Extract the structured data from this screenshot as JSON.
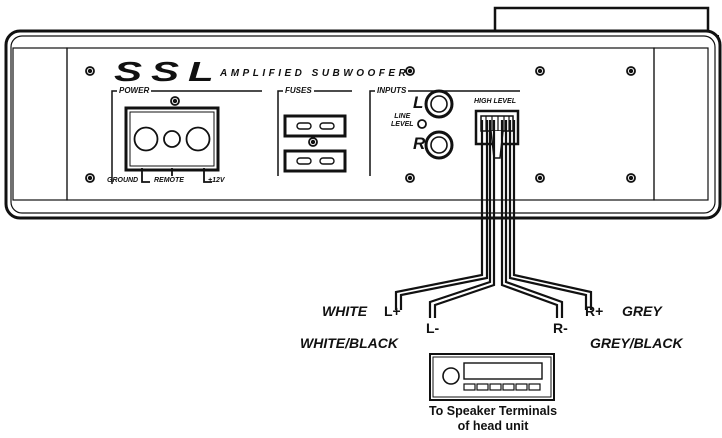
{
  "amplifier": {
    "brand": "SSL",
    "model_text": "AMPLIFIED SUBWOOFER",
    "sections": {
      "power": "POWER",
      "fuses": "FUSES",
      "inputs": "INPUTS"
    },
    "power_terminals": {
      "ground": "GROUND",
      "remote": "REMOTE",
      "plus12v": "+12V"
    },
    "inputs": {
      "line_level_line1": "LINE",
      "line_level_line2": "LEVEL",
      "left_rca": "L",
      "right_rca": "R",
      "high_level": "HIGH LEVEL"
    }
  },
  "wires": {
    "left_plus": {
      "color_label": "WHITE",
      "terminal": "L+"
    },
    "left_minus": {
      "color_label": "WHITE/BLACK",
      "terminal": "L-"
    },
    "right_minus": {
      "color_label": "GREY/BLACK",
      "terminal": "R-"
    },
    "right_plus": {
      "color_label": "GREY",
      "terminal": "R+"
    }
  },
  "head_unit": {
    "caption_line1": "To Speaker Terminals",
    "caption_line2": "of head unit"
  },
  "ground_symbol": "ground-icon"
}
